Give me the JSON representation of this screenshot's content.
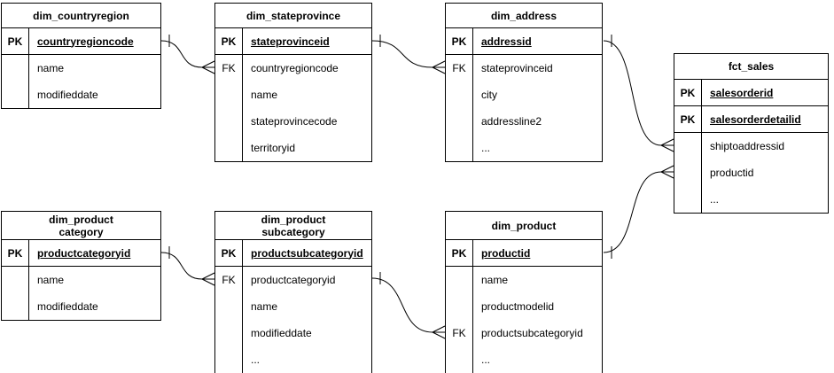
{
  "diagram": {
    "colors": {
      "stroke": "#000000",
      "background": "#ffffff",
      "text": "#000000"
    },
    "tables": [
      {
        "id": "dim_countryregion",
        "title": "dim_countryregion",
        "rows": [
          {
            "key": "PK",
            "name": "countryregioncode",
            "pk": true
          },
          {
            "key": "",
            "name": "name"
          },
          {
            "key": "",
            "name": "modifieddate"
          }
        ]
      },
      {
        "id": "dim_stateprovince",
        "title": "dim_stateprovince",
        "rows": [
          {
            "key": "PK",
            "name": "stateprovinceid",
            "pk": true
          },
          {
            "key": "FK",
            "name": "countryregioncode"
          },
          {
            "key": "",
            "name": "name"
          },
          {
            "key": "",
            "name": "stateprovincecode"
          },
          {
            "key": "",
            "name": "territoryid"
          }
        ]
      },
      {
        "id": "dim_address",
        "title": "dim_address",
        "rows": [
          {
            "key": "PK",
            "name": "addressid",
            "pk": true
          },
          {
            "key": "FK",
            "name": "stateprovinceid"
          },
          {
            "key": "",
            "name": "city"
          },
          {
            "key": "",
            "name": "addressline2"
          },
          {
            "key": "",
            "name": "..."
          }
        ]
      },
      {
        "id": "fct_sales",
        "title": "fct_sales",
        "rows": [
          {
            "key": "PK",
            "name": "salesorderid",
            "pk": true
          },
          {
            "key": "PK",
            "name": "salesorderdetailid",
            "pk": true
          },
          {
            "key": "",
            "name": "shiptoaddressid"
          },
          {
            "key": "",
            "name": "productid"
          },
          {
            "key": "",
            "name": "..."
          }
        ]
      },
      {
        "id": "dim_productcategory",
        "title": "dim_product\ncategory",
        "rows": [
          {
            "key": "PK",
            "name": "productcategoryid",
            "pk": true
          },
          {
            "key": "",
            "name": "name"
          },
          {
            "key": "",
            "name": "modifieddate"
          }
        ]
      },
      {
        "id": "dim_productsubcategory",
        "title": "dim_product\nsubcategory",
        "rows": [
          {
            "key": "PK",
            "name": "productsubcategoryid",
            "pk": true
          },
          {
            "key": "FK",
            "name": "productcategoryid"
          },
          {
            "key": "",
            "name": "name"
          },
          {
            "key": "",
            "name": "modifieddate"
          },
          {
            "key": "",
            "name": "..."
          }
        ]
      },
      {
        "id": "dim_product",
        "title": "dim_product",
        "rows": [
          {
            "key": "PK",
            "name": "productid",
            "pk": true
          },
          {
            "key": "",
            "name": "name"
          },
          {
            "key": "",
            "name": "productmodelid"
          },
          {
            "key": "FK",
            "name": "productsubcategoryid"
          },
          {
            "key": "",
            "name": "..."
          }
        ]
      }
    ],
    "relationships": [
      {
        "from_table": "dim_countryregion",
        "from_field": "countryregioncode",
        "to_table": "dim_stateprovince",
        "to_field": "countryregioncode",
        "cardinality": "one-to-many"
      },
      {
        "from_table": "dim_stateprovince",
        "from_field": "stateprovinceid",
        "to_table": "dim_address",
        "to_field": "stateprovinceid",
        "cardinality": "one-to-many"
      },
      {
        "from_table": "dim_address",
        "from_field": "addressid",
        "to_table": "fct_sales",
        "to_field": "shiptoaddressid",
        "cardinality": "one-to-many"
      },
      {
        "from_table": "dim_product",
        "from_field": "productid",
        "to_table": "fct_sales",
        "to_field": "productid",
        "cardinality": "one-to-many"
      },
      {
        "from_table": "dim_productcategory",
        "from_field": "productcategoryid",
        "to_table": "dim_productsubcategory",
        "to_field": "productcategoryid",
        "cardinality": "one-to-many"
      },
      {
        "from_table": "dim_productsubcategory",
        "from_field": "productsubcategoryid",
        "to_table": "dim_product",
        "to_field": "productsubcategoryid",
        "cardinality": "one-to-many"
      }
    ]
  }
}
